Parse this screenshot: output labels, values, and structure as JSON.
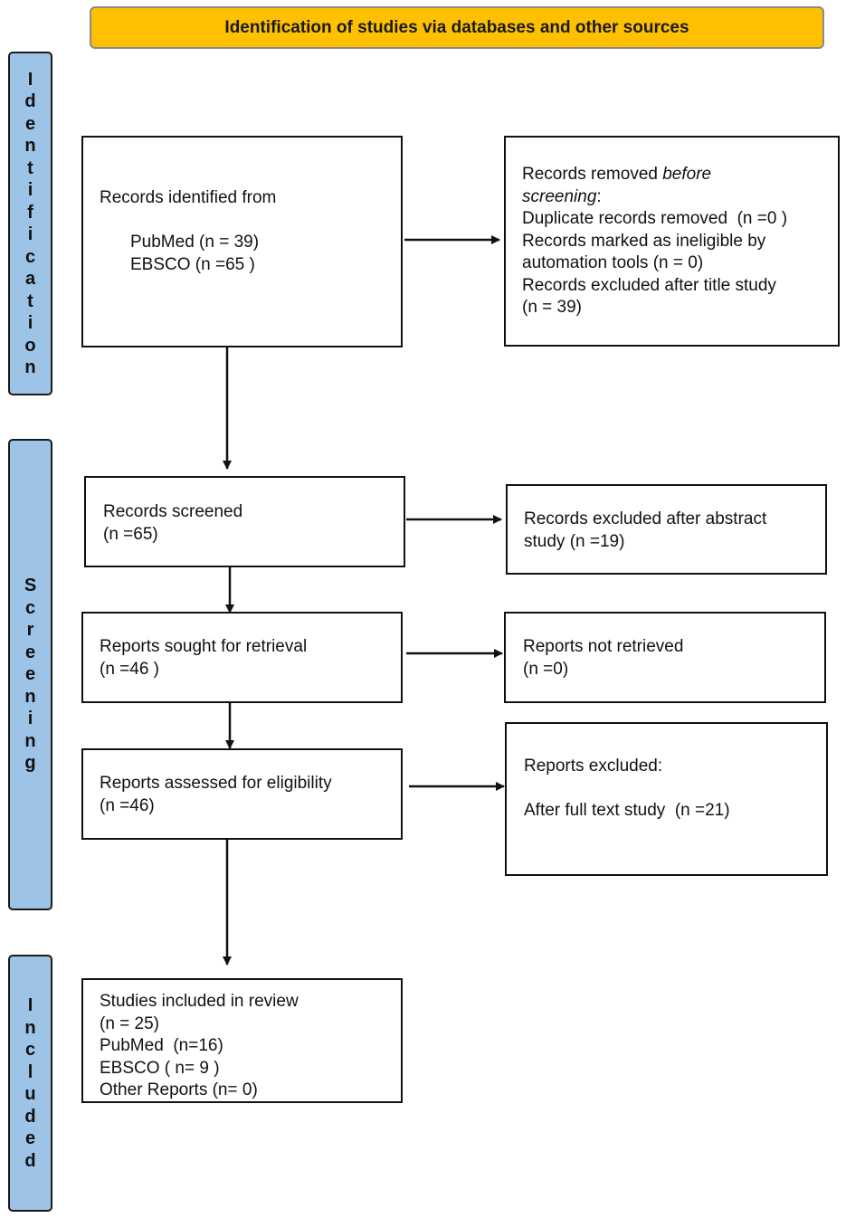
{
  "header": {
    "title": "Identification of studies via databases and other sources"
  },
  "phases": {
    "identification": "I\nd\ne\nn\nt\ni\nf\ni\nc\na\nt\ni\no\nn",
    "screening": "S\nc\nr\ne\ne\nn\ni\nn\ng",
    "included": "I\nn\nc\nl\nu\nd\ne\nd"
  },
  "identified": {
    "heading": "Records identified from",
    "pubmed": "PubMed (n = 39)",
    "ebsco": "EBSCO (n =65 )"
  },
  "removed": {
    "title_plain": "Records removed ",
    "title_italic": "before",
    "title_italic2": "screening",
    "title_colon": ":",
    "duplicates": "Duplicate records removed  (n =0 )",
    "ineligible_1": "Records marked as ineligible by",
    "ineligible_2": "automation tools (n = 0)",
    "title_excluded_1": "Records excluded after title study",
    "title_excluded_2": "(n = 39)"
  },
  "screened": {
    "label": "Records screened",
    "count": "(n =65)"
  },
  "abstract_excluded": {
    "line1": "Records excluded after abstract",
    "line2": "study (n =19)"
  },
  "sought": {
    "label": "Reports sought for retrieval",
    "count": "(n =46 )"
  },
  "not_retrieved": {
    "label": "Reports not retrieved",
    "count": "(n =0)"
  },
  "assessed": {
    "label": "Reports assessed for eligibility",
    "count": "(n =46)"
  },
  "reports_excluded": {
    "label": "Reports excluded:",
    "reason": "After full text study  (n =21)"
  },
  "included": {
    "label": "Studies included in review",
    "count": "(n = 25)",
    "pubmed": "PubMed  (n=16)",
    "ebsco": "EBSCO ( n= 9 )",
    "other": "Other Reports (n= 0)"
  }
}
